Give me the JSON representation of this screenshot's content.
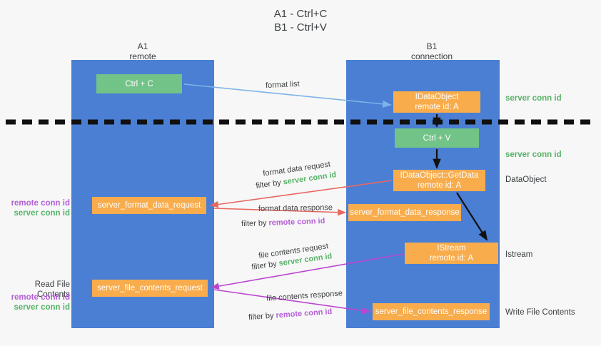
{
  "title": {
    "line1": "A1 - Ctrl+C",
    "line2": "B1 - Ctrl+V"
  },
  "columns": {
    "left": {
      "name": "A1",
      "role": "remote"
    },
    "right": {
      "name": "B1",
      "role": "connection"
    }
  },
  "boxes": {
    "ctrl_c": {
      "label": "Ctrl + C",
      "color": "#72c387"
    },
    "ctrl_v": {
      "label": "Ctrl + V",
      "color": "#72c387"
    },
    "idataobject": {
      "line1": "IDataObject",
      "line2": "remote id: A",
      "color": "#f8ac4c"
    },
    "getdata": {
      "line1": "IDataObject::GetData",
      "line2": "remote id: A",
      "color": "#f8ac4c"
    },
    "istream": {
      "line1": "IStream",
      "line2": "remote id: A",
      "color": "#f8ac4c"
    },
    "server_format_data_request": {
      "label": "server_format_data_request",
      "color": "#f8ac4c"
    },
    "server_format_data_response": {
      "label": "server_format_data_response",
      "color": "#f8ac4c"
    },
    "server_file_contents_request": {
      "label": "server_file_contents_request",
      "color": "#f8ac4c"
    },
    "server_file_contents_response": {
      "label": "server_file_contents_response",
      "color": "#f8ac4c"
    }
  },
  "side_labels": {
    "server_conn_id_top": "server conn id",
    "server_conn_id_mid": "server conn id",
    "dataobject": "DataObject",
    "istream": "Istream",
    "write_file_contents": "Write File Contents",
    "read_file_contents": "Read File Contents",
    "remote_conn_id": "remote conn id",
    "server_conn_id": "server conn id"
  },
  "arrows": {
    "format_list": "format list",
    "format_data_request": "format data request",
    "format_data_request_filter_prefix": "filter by ",
    "format_data_request_filter_value": "server conn id",
    "format_data_response": "format data response",
    "format_data_response_filter_prefix": "filter by ",
    "format_data_response_filter_value": "remote conn id",
    "file_contents_request": "file contents request",
    "file_contents_request_filter_prefix": "filter by ",
    "file_contents_request_filter_value": "server conn id",
    "file_contents_response": "file contents response",
    "file_contents_response_filter_prefix": "filter by ",
    "file_contents_response_filter_value": "remote conn id"
  },
  "colors": {
    "lane": "#4a7fd4",
    "green": "#72c387",
    "orange": "#f8ac4c",
    "server_text": "#57b368",
    "remote_text": "#b45fd6",
    "arrow_blue": "#7eb3e8",
    "arrow_red": "#e8685f",
    "arrow_magenta": "#bb46d0",
    "arrow_black": "#111111",
    "divider": "#111111"
  }
}
